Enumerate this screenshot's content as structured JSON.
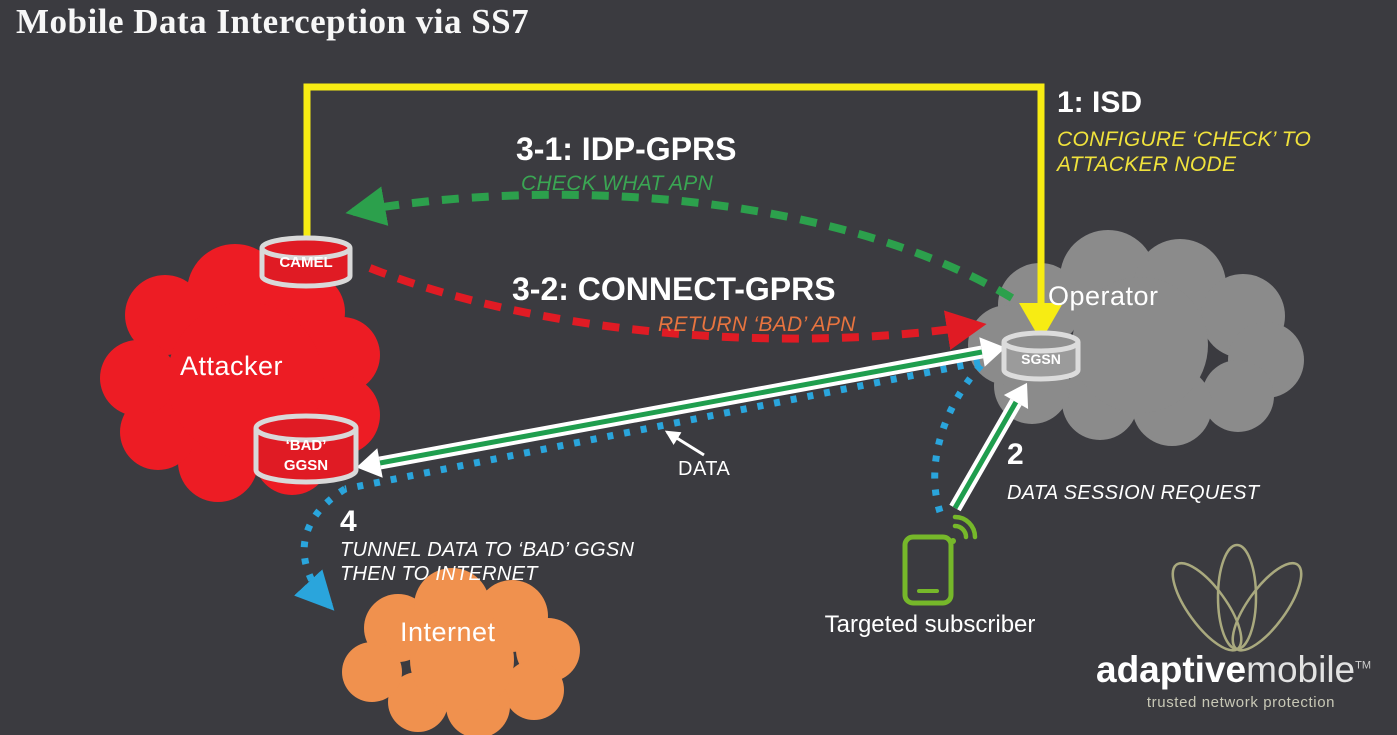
{
  "title": "Mobile Data Interception via SS7",
  "nodes": {
    "attacker": "Attacker",
    "operator": "Operator",
    "internet": "Internet",
    "camel": "CAMEL",
    "bad_ggsn_line1": "‘BAD’",
    "bad_ggsn_line2": "GGSN",
    "sgsn": "SGSN",
    "subscriber": "Targeted subscriber"
  },
  "steps": {
    "s1_label": "1: ISD",
    "s1_desc1": "CONFIGURE ‘CHECK’ TO",
    "s1_desc2": "ATTACKER NODE",
    "s2_label": "2",
    "s2_desc": "DATA SESSION REQUEST",
    "s31_label": "3-1: IDP-GPRS",
    "s31_desc": "CHECK WHAT APN",
    "s32_label": "3-2: CONNECT-GPRS",
    "s32_desc": "RETURN ‘BAD’ APN",
    "s4_label": "4",
    "s4_desc1": "TUNNEL DATA TO ‘BAD’ GGSN",
    "s4_desc2": "THEN TO INTERNET",
    "data_label": "DATA"
  },
  "logo": {
    "brand_bold": "adaptive",
    "brand_light": "mobile",
    "tm": "TM",
    "tagline": "trusted network protection"
  },
  "colors": {
    "background": "#3b3b40",
    "attacker_red": "#ed1c24",
    "operator_gray": "#8b8b8b",
    "internet_orange": "#f0914e",
    "isd_yellow": "#f7ec13",
    "idp_green": "#2ca04c",
    "connect_red": "#e01b24",
    "data_blue": "#2aa5dc",
    "tunnel_green": "#1f9e4e",
    "phone_green": "#76b82a",
    "logo_olive": "#a9a97e"
  }
}
